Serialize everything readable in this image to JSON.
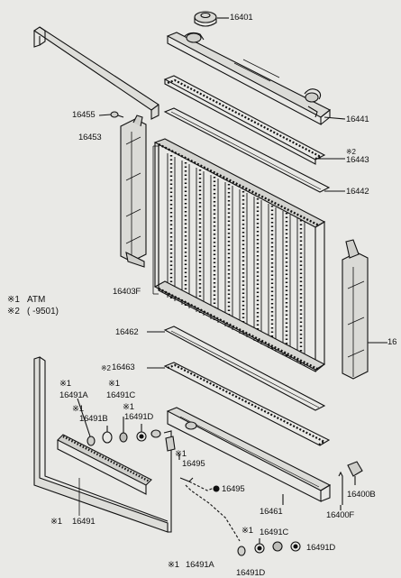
{
  "diagram": {
    "parts": {
      "cap": "16401",
      "upper_tank": "16441",
      "upper_tank_gasket_note": "※2",
      "upper_tank_gasket": "16443",
      "upper_seal": "16442",
      "drain_screw": "16455",
      "left_support": "16453",
      "core": "16403F",
      "right_support": "16",
      "lower_seal": "16462",
      "lower_gasket_note": "※2",
      "lower_gasket": "16463",
      "oil_cooler_a": "16491A",
      "oil_cooler_b": "16491B",
      "oil_cooler_c": "16491C",
      "oil_cooler_d": "16491D",
      "drain_cock": "16495",
      "lower_tank": "16461",
      "pipe_b": "16400B",
      "pipe_f": "16400F",
      "oil_cooler": "16491",
      "bottom_c": "16491C",
      "bottom_d": "16491D",
      "bottom_a": "16491A",
      "bottom_d2": "16491D",
      "drain_plug_lower": "16495"
    },
    "notes": {
      "atm_mark": "※1",
      "atm_text": "ATM",
      "date_mark": "※2",
      "date_text": "(     -9501)"
    },
    "mark1": "※1",
    "mark1b": "※1",
    "mark1c": "※1",
    "mark1d": "※1",
    "mark1e": "※1",
    "mark1f": "※1",
    "mark1g": "※1",
    "mark1h": "※1"
  }
}
